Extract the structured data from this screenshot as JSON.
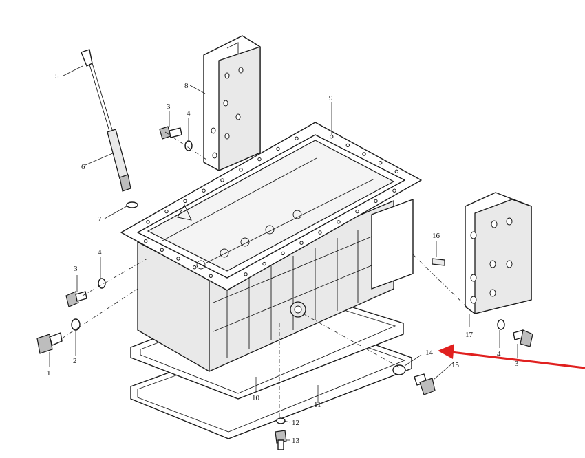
{
  "diagram": {
    "callouts": [
      {
        "id": "c5",
        "text": "5"
      },
      {
        "id": "c8",
        "text": "8"
      },
      {
        "id": "c3a",
        "text": "3"
      },
      {
        "id": "c4a",
        "text": "4"
      },
      {
        "id": "c9",
        "text": "9"
      },
      {
        "id": "c6",
        "text": "6"
      },
      {
        "id": "c7",
        "text": "7"
      },
      {
        "id": "c16",
        "text": "16"
      },
      {
        "id": "c3b",
        "text": "3"
      },
      {
        "id": "c4b",
        "text": "4"
      },
      {
        "id": "c1",
        "text": "1"
      },
      {
        "id": "c2",
        "text": "2"
      },
      {
        "id": "c17",
        "text": "17"
      },
      {
        "id": "c4c",
        "text": "4"
      },
      {
        "id": "c3c",
        "text": "3"
      },
      {
        "id": "c14",
        "text": "14"
      },
      {
        "id": "c15",
        "text": "15"
      },
      {
        "id": "c10",
        "text": "10"
      },
      {
        "id": "c11",
        "text": "11"
      },
      {
        "id": "c12",
        "text": "12"
      },
      {
        "id": "c13",
        "text": "13"
      }
    ],
    "colors": {
      "line": "#1a1a1a",
      "arrow": "#e0201f",
      "background": "#ffffff"
    }
  }
}
